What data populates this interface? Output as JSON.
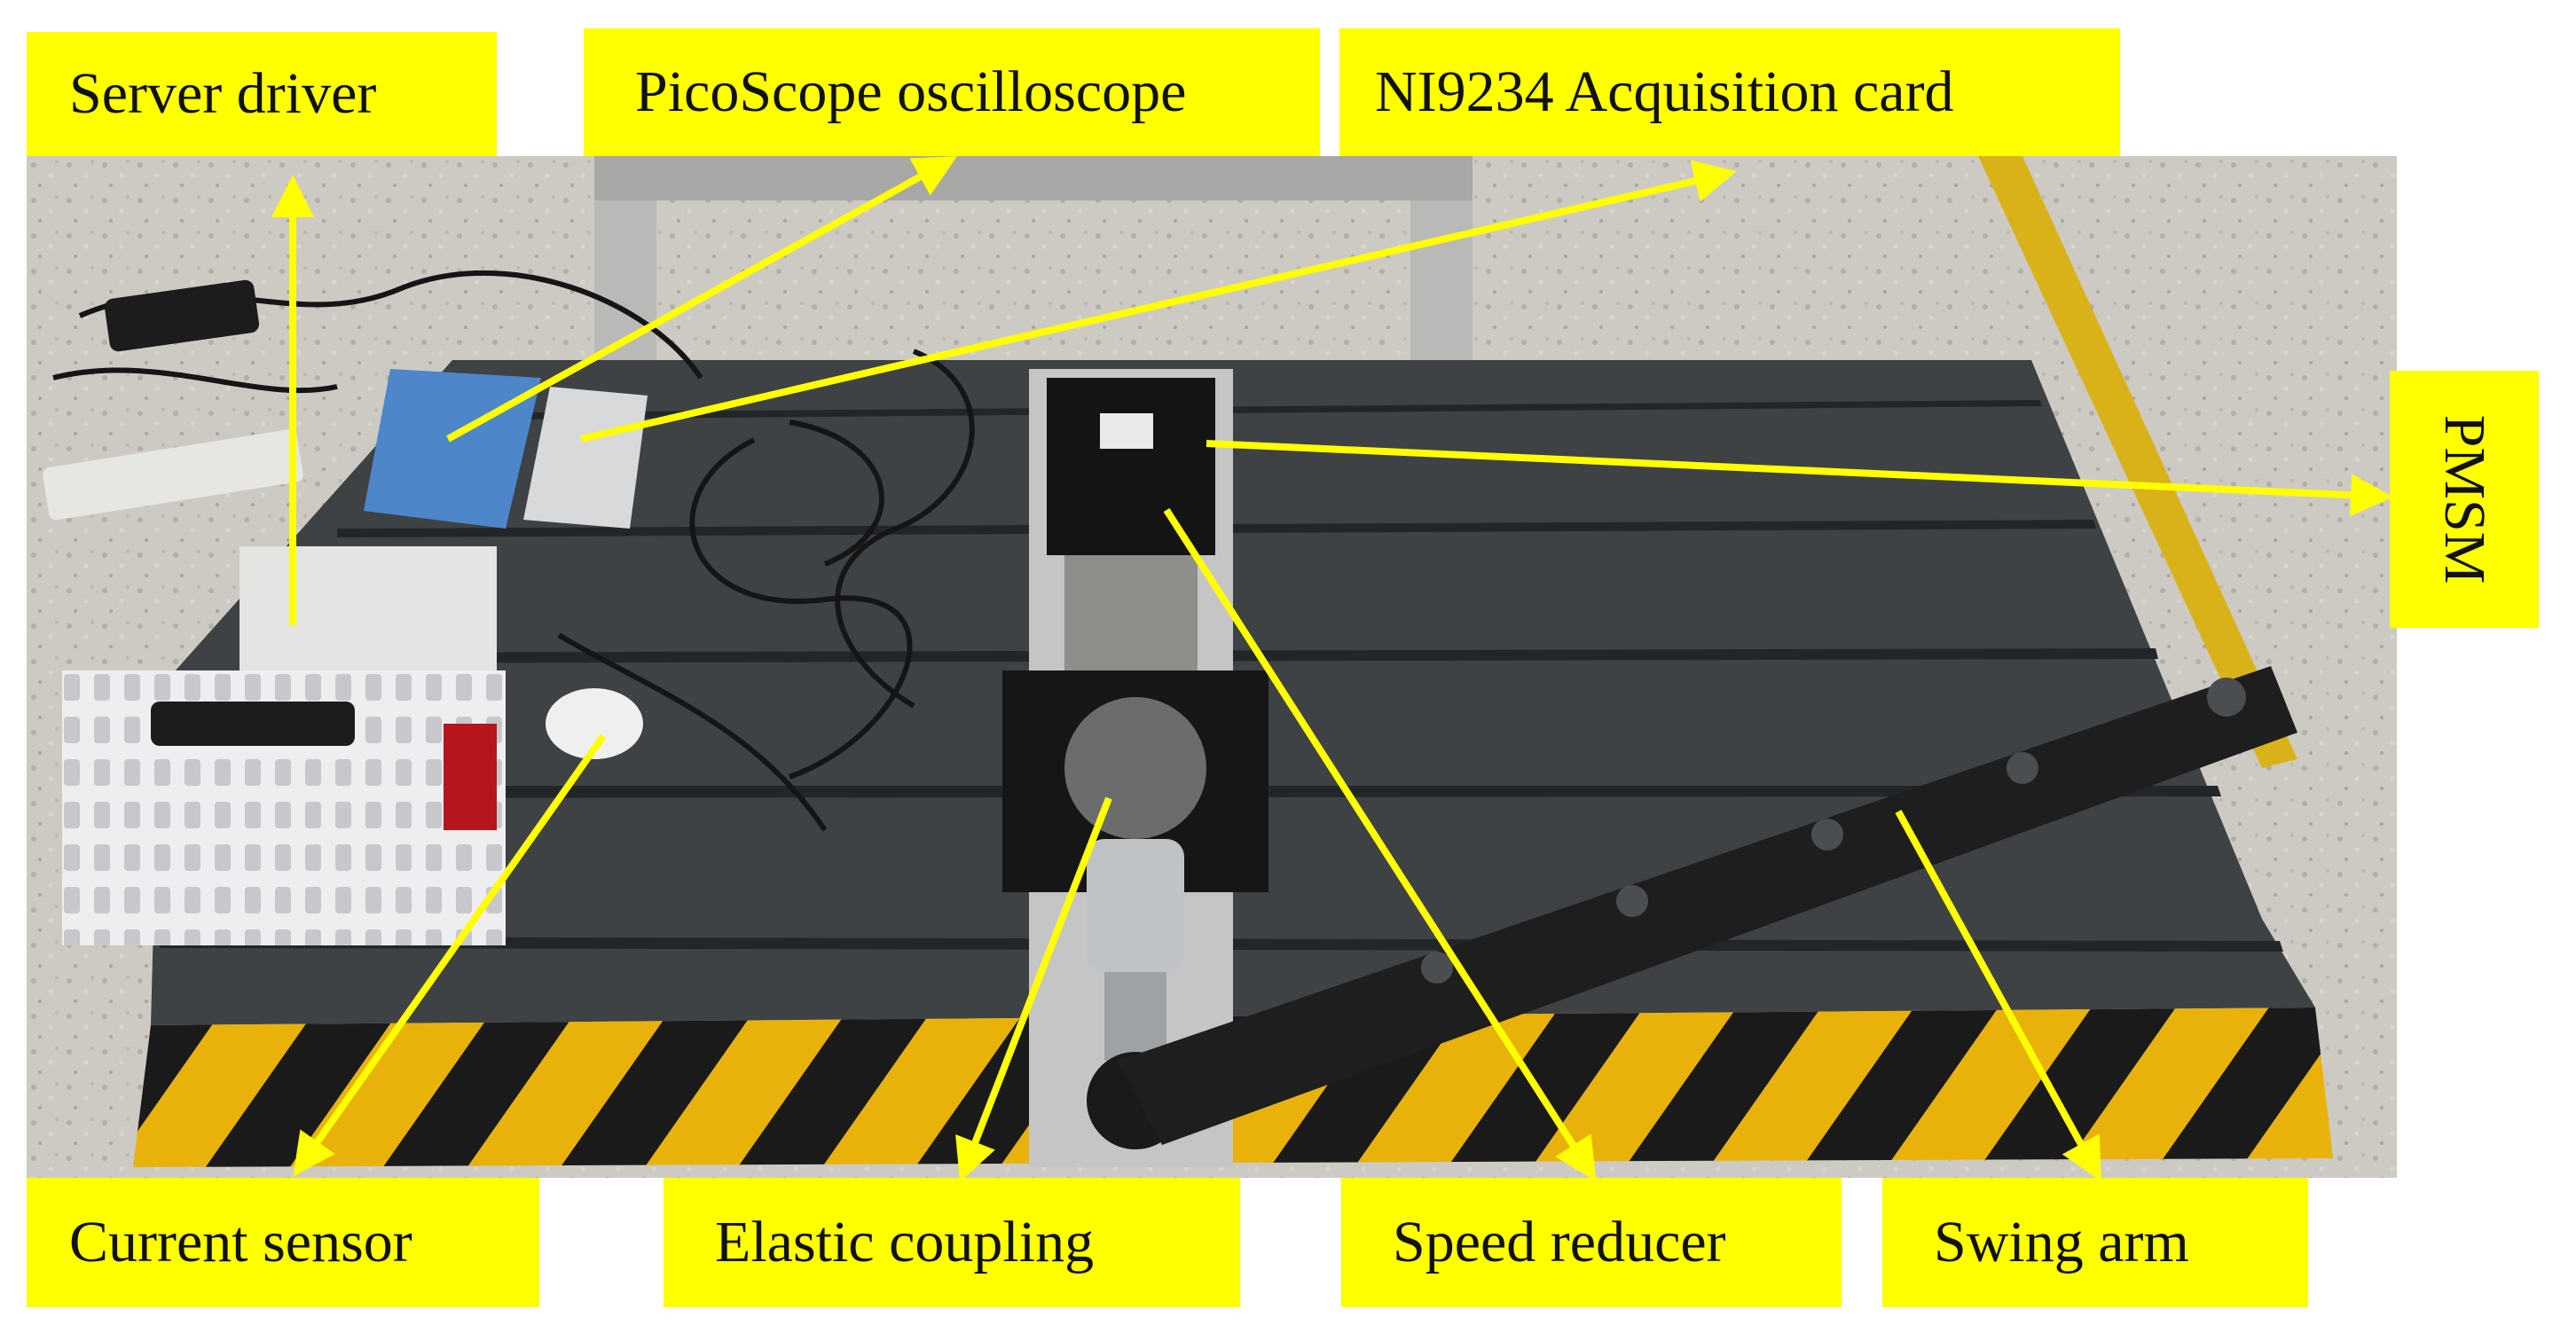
{
  "labels": {
    "server_driver": "Server driver",
    "picoscope": "PicoScope oscilloscope",
    "ni9234": "NI9234 Acquisition card",
    "pmsm": "PMSM",
    "current_sensor": "Current sensor",
    "elastic_coupling": "Elastic coupling",
    "speed_reducer": "Speed reducer",
    "swing_arm": "Swing arm"
  },
  "colors": {
    "label_bg": "#ffff00",
    "arrow": "#ffff00",
    "table": "#3e4245",
    "floor": "#c9c6bf",
    "hazard_yellow": "#e8b20a",
    "hazard_black": "#1a1a1a"
  }
}
